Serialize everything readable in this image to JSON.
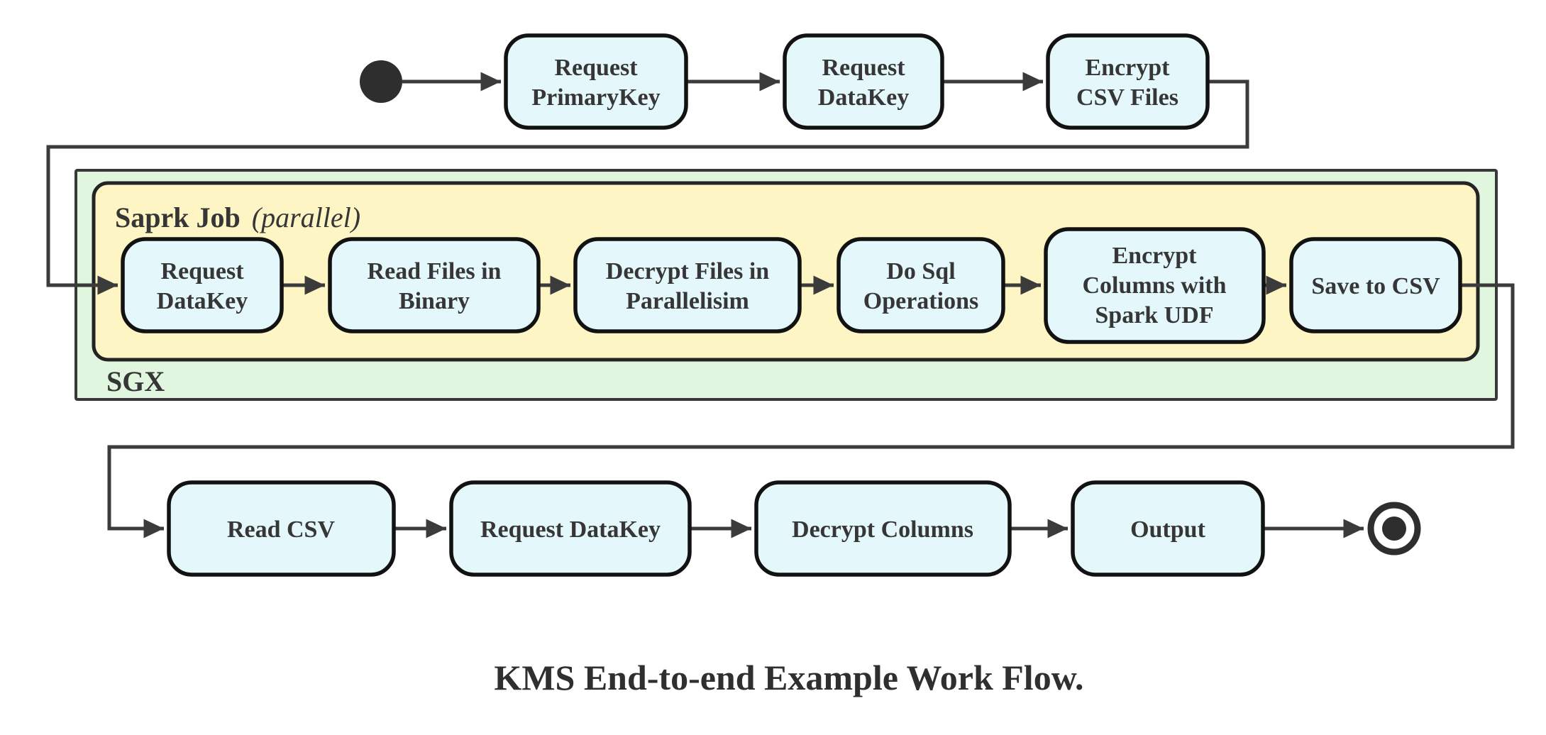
{
  "caption": "KMS End-to-end Example Work Flow.",
  "containers": {
    "sgx": {
      "label": "SGX"
    },
    "spark_job": {
      "label": "Saprk Job",
      "qualifier": "(parallel)"
    }
  },
  "nodes": {
    "request_primary_key": {
      "line1": "Request",
      "line2": "PrimaryKey"
    },
    "request_data_key_top": {
      "line1": "Request",
      "line2": "DataKey"
    },
    "encrypt_csv_files": {
      "line1": "Encrypt",
      "line2": "CSV Files"
    },
    "spark_request_data_key": {
      "line1": "Request",
      "line2": "DataKey"
    },
    "read_files_in_binary": {
      "line1": "Read Files in",
      "line2": "Binary"
    },
    "decrypt_files_in_parallelisim": {
      "line1": "Decrypt Files in",
      "line2": "Parallelisim"
    },
    "do_sql_operations": {
      "line1": "Do Sql",
      "line2": "Operations"
    },
    "encrypt_columns_with_spark_udf": {
      "line1": "Encrypt",
      "line2": "Columns with",
      "line3": "Spark UDF"
    },
    "save_to_csv": {
      "line1": "Save to CSV"
    },
    "read_csv": {
      "line1": "Read CSV"
    },
    "request_data_key_bottom": {
      "line1": "Request DataKey"
    },
    "decrypt_columns": {
      "line1": "Decrypt Columns"
    },
    "output": {
      "line1": "Output"
    }
  },
  "colors": {
    "node_fill": "#e4f7fb",
    "node_border": "#121212",
    "sgx_fill": "#e0f6de",
    "spark_fill": "#fdf6c4",
    "edge": "#3b3b3b",
    "text": "#363636",
    "terminal": "#2e2e2e"
  }
}
